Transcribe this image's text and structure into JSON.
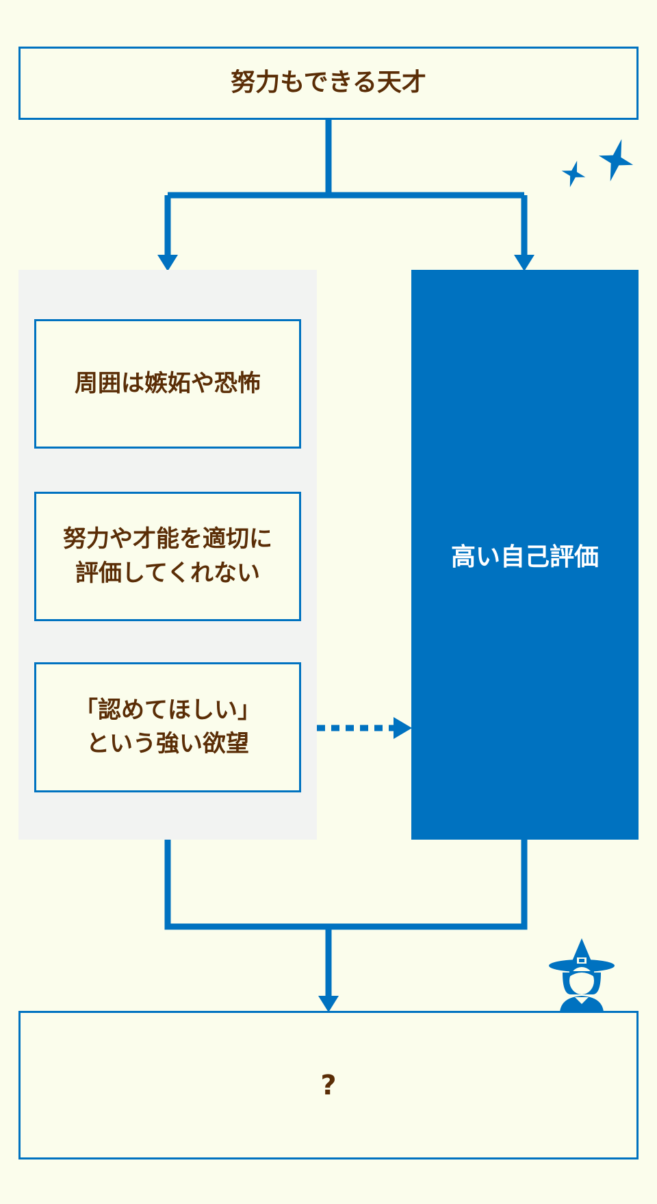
{
  "top": {
    "label": "努力もできる天才"
  },
  "left_steps": [
    {
      "label": "周囲は嫉妬や恐怖"
    },
    {
      "label": "努力や才能を適切に\n評価してくれない"
    },
    {
      "label": "「認めてほしい」\nという強い欲望"
    }
  ],
  "right": {
    "label": "高い自己評価"
  },
  "bottom": {
    "label": "?"
  },
  "colors": {
    "accent": "#0072c0",
    "text": "#5a2d06",
    "background": "#fbfdec",
    "panel": "#f2f3f2"
  },
  "icons": [
    "sparkle-icon",
    "witch-icon"
  ]
}
